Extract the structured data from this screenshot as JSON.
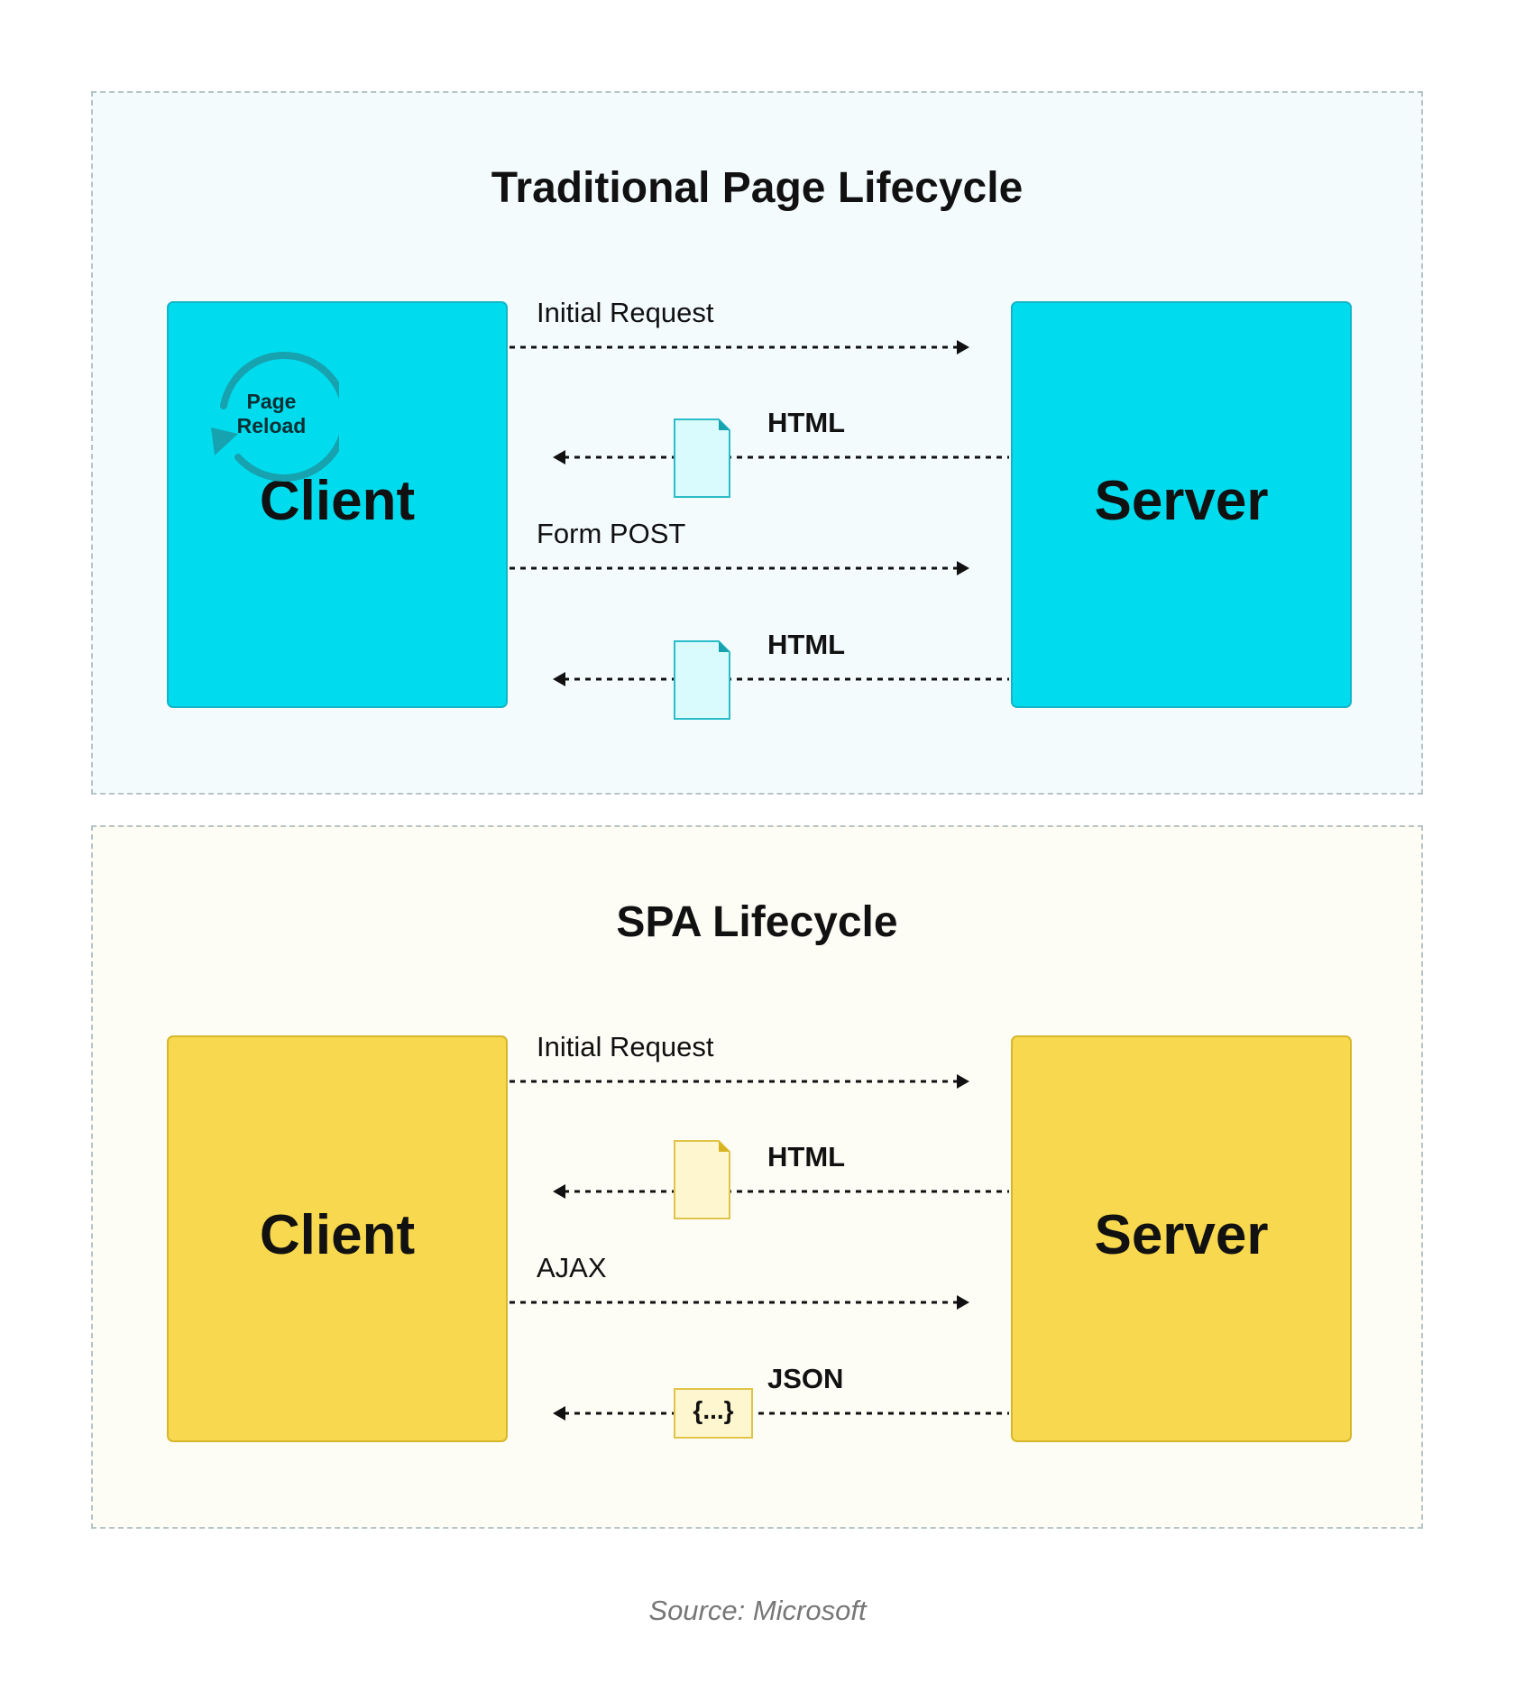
{
  "traditional": {
    "title": "Traditional Page Lifecycle",
    "client_label": "Client",
    "server_label": "Server",
    "reload_line1": "Page",
    "reload_line2": "Reload",
    "flows": {
      "request1": "Initial Request",
      "response1": "HTML",
      "request2": "Form POST",
      "response2": "HTML"
    },
    "colors": {
      "box": "#00dcee",
      "doc": "#d9fbfd",
      "accent": "#17a2b0"
    }
  },
  "spa": {
    "title": "SPA Lifecycle",
    "client_label": "Client",
    "server_label": "Server",
    "flows": {
      "request1": "Initial Request",
      "response1": "HTML",
      "request2": "AJAX",
      "response2": "JSON",
      "json_badge": "{...}"
    },
    "colors": {
      "box": "#f8d84e",
      "doc": "#fdf6cf",
      "accent": "#d8b520"
    }
  },
  "source": "Source: Microsoft"
}
